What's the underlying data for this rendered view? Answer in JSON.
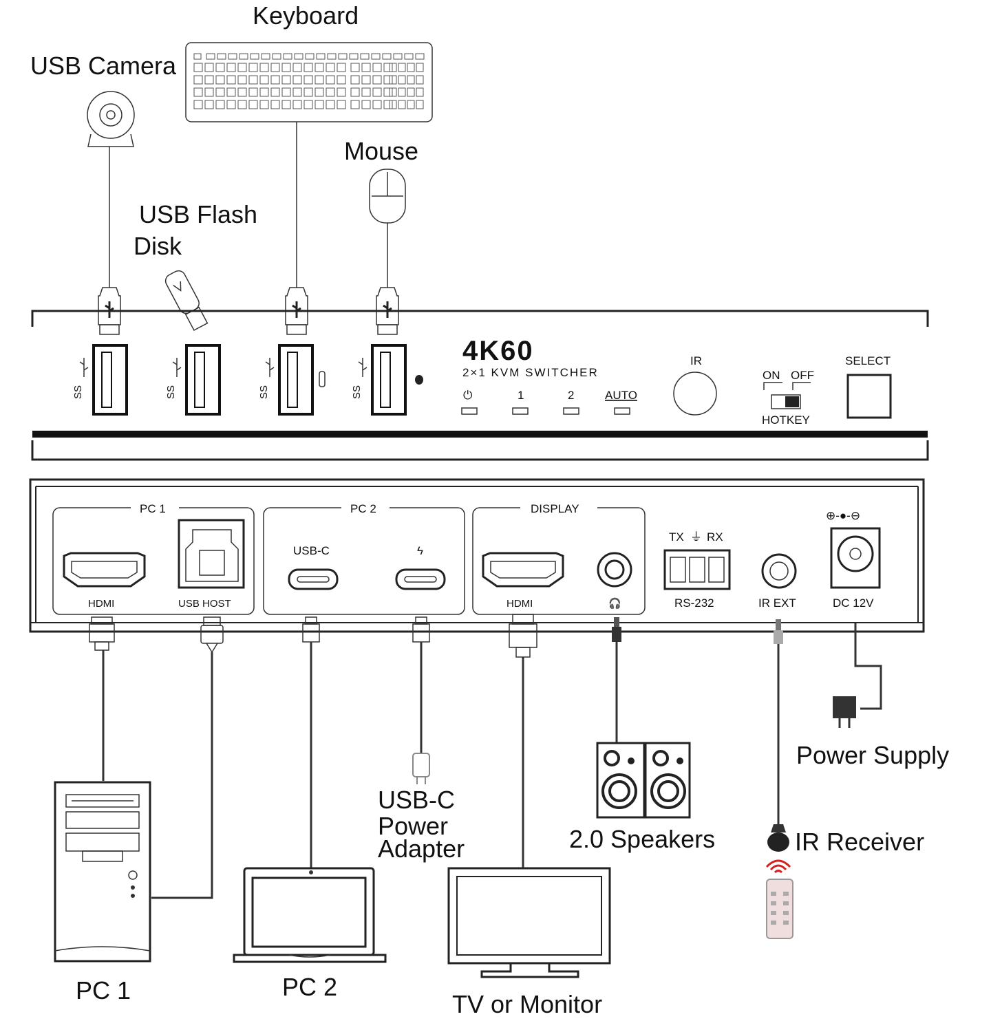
{
  "labels": {
    "keyboard": "Keyboard",
    "usb_camera": "USB Camera",
    "mouse": "Mouse",
    "usb_flash_line1": "USB Flash",
    "usb_flash_line2": "Disk",
    "pc1": "PC 1",
    "pc2": "PC 2",
    "tv": "TV or Monitor",
    "usbc_adapter_line1": "USB-C",
    "usbc_adapter_line2": "Power",
    "usbc_adapter_line3": "Adapter",
    "speakers": "2.0 Speakers",
    "power_supply": "Power Supply",
    "ir_receiver": "IR Receiver"
  },
  "front_panel": {
    "brand": "4K60",
    "subtitle": "2×1 KVM SWITCHER",
    "led_power_symbol": "⏻",
    "led_1": "1",
    "led_2": "2",
    "led_auto": "AUTO",
    "ir": "IR",
    "on": "ON",
    "off": "OFF",
    "hotkey": "HOTKEY",
    "select": "SELECT",
    "usb_port_marking": "SS"
  },
  "rear_panel": {
    "group_pc1": "PC 1",
    "group_pc2": "PC 2",
    "group_display": "DISPLAY",
    "hdmi_pc1": "HDMI",
    "usb_host": "USB HOST",
    "usbc": "USB-C",
    "usbc_power_symbol": "ϟ",
    "hdmi_display": "HDMI",
    "audio_symbol": "🎧",
    "tx": "TX",
    "ground_symbol": "⏚",
    "rx": "RX",
    "rs232": "RS-232",
    "ir_ext": "IR EXT",
    "dc12v": "DC 12V",
    "polarity": "⊕-●-⊖"
  },
  "colors": {
    "line": "#222222",
    "panel_bar": "#111111",
    "remote_signal": "#d42020"
  }
}
